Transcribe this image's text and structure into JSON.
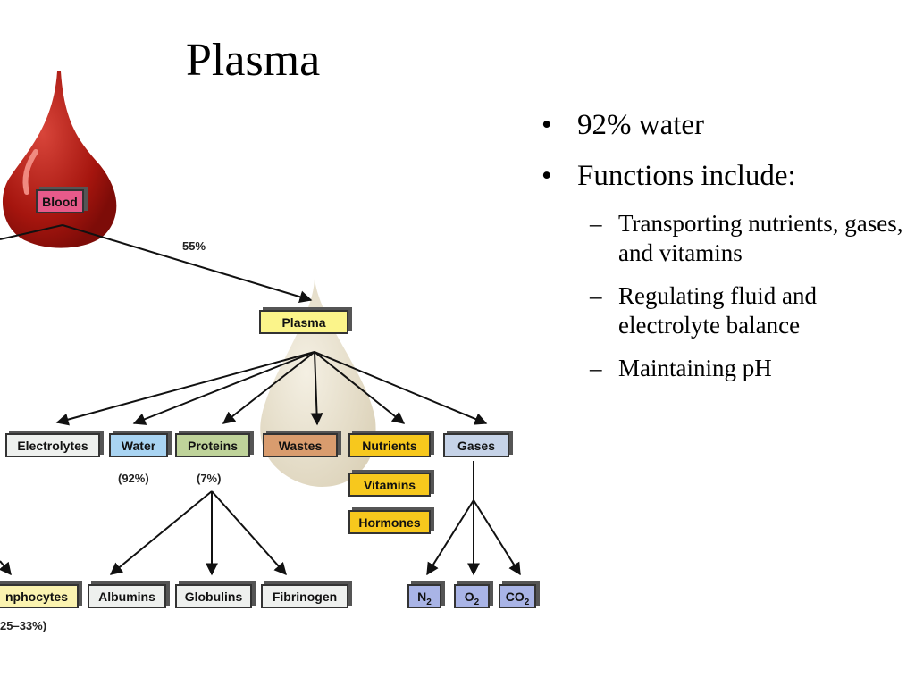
{
  "slide": {
    "title": "Plasma",
    "bullets": [
      {
        "text": "92% water",
        "subitems": []
      },
      {
        "text": "Functions include:",
        "subitems": [
          "Transporting nutrients, gases, and vitamins",
          "Regulating fluid and electrolyte balance",
          "Maintaining pH"
        ]
      }
    ]
  },
  "diagram": {
    "nodes": {
      "blood": "Blood",
      "plasma": "Plasma",
      "electrolytes": "Electrolytes",
      "water": "Water",
      "proteins": "Proteins",
      "wastes": "Wastes",
      "nutrients": "Nutrients",
      "gases": "Gases",
      "vitamins": "Vitamins",
      "hormones": "Hormones",
      "lymphocytes": "nphocytes",
      "albumins": "Albumins",
      "globulins": "Globulins",
      "fibrinogen": "Fibrinogen",
      "n2": "N2",
      "o2": "O2",
      "co2": "CO2"
    },
    "labels": {
      "plasma_percent": "55%",
      "water_percent": "(92%)",
      "protein_percent": "(7%)",
      "lymphocyte_percent": "25–33%)"
    },
    "colors": {
      "blood_drop": "#b51d14",
      "blood_box": "#e85a8a",
      "plasma_box": "#fbf48a",
      "water_box": "#a9d4f2",
      "proteins_box": "#bfd39a",
      "wastes_box": "#d99c6e",
      "nutrient_box": "#f7c81d",
      "gases_box": "#c6d3e8",
      "gas_small_box": "#a9b4e6",
      "neutral_box": "#eef0ee",
      "lymphocyte_box": "#fbf3b0"
    }
  }
}
